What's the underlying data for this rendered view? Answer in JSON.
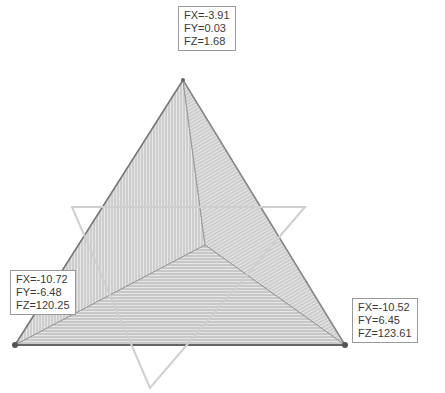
{
  "diagram": {
    "nodes": [
      {
        "text": [
          "FX=-3.91",
          "FY=0.03",
          "FZ=1.68"
        ]
      },
      {
        "text": [
          "FX=-10.72",
          "FY=-6.48",
          "FZ=120.25"
        ]
      },
      {
        "text": [
          "FX=-10.52",
          "FY=6.45",
          "FZ=123.61"
        ]
      }
    ]
  }
}
